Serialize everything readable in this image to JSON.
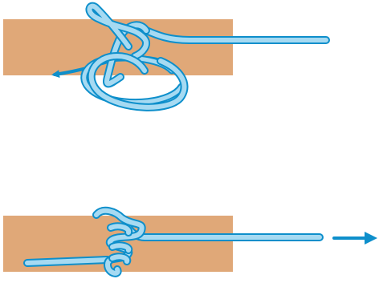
{
  "colors": {
    "wood": "#E0A878",
    "rope_fill": "#A6DAF2",
    "rope_outline": "#0E8FCB",
    "arrow": "#0E8FCB",
    "background": "#FFFFFF"
  },
  "panels": [
    {
      "name": "step-1",
      "element": "wooden-post",
      "direction": "left-arrow"
    },
    {
      "name": "step-2",
      "element": "wooden-post",
      "direction": "right-arrow"
    }
  ]
}
